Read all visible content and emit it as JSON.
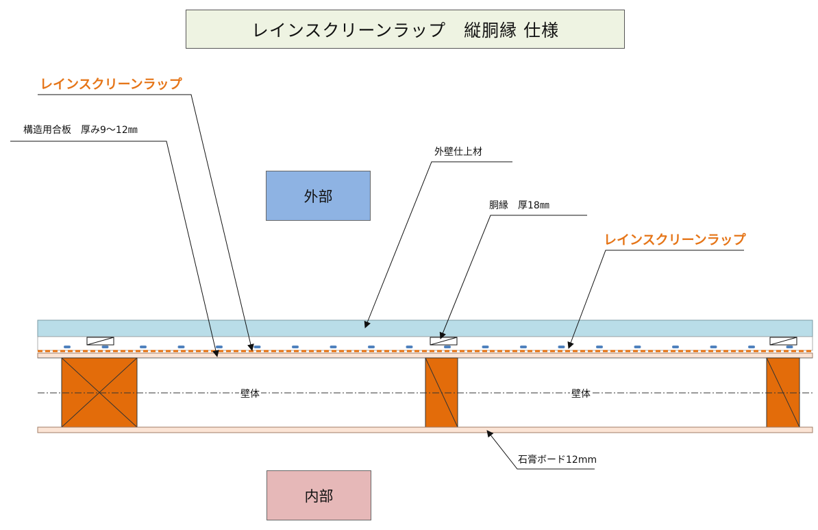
{
  "title": "レインスクリーンラップ　縦胴縁  仕様",
  "labels": {
    "rainscreen_wrap_left": "レインスクリーンラップ",
    "plywood": "構造用合板　厚み9～12㎜",
    "exterior_finish": "外壁仕上材",
    "furring": "胴縁　厚18㎜",
    "rainscreen_wrap_right": "レインスクリーンラップ",
    "gypsum_board": "石膏ボード12mm",
    "wall_body_1": "壁体",
    "wall_body_2": "壁体"
  },
  "regions": {
    "outside": "外部",
    "inside": "内部"
  },
  "colors": {
    "title_bg": "#eef3e2",
    "orange_label": "#e57518",
    "siding": "#b9dde8",
    "stud": "#e36c0a",
    "wrap_line": "#e36c0a",
    "board": "#fbe4d5",
    "dimple": "#4f81bd",
    "outside_box": "#8eb3e3",
    "inside_box": "#e6b8b8"
  }
}
